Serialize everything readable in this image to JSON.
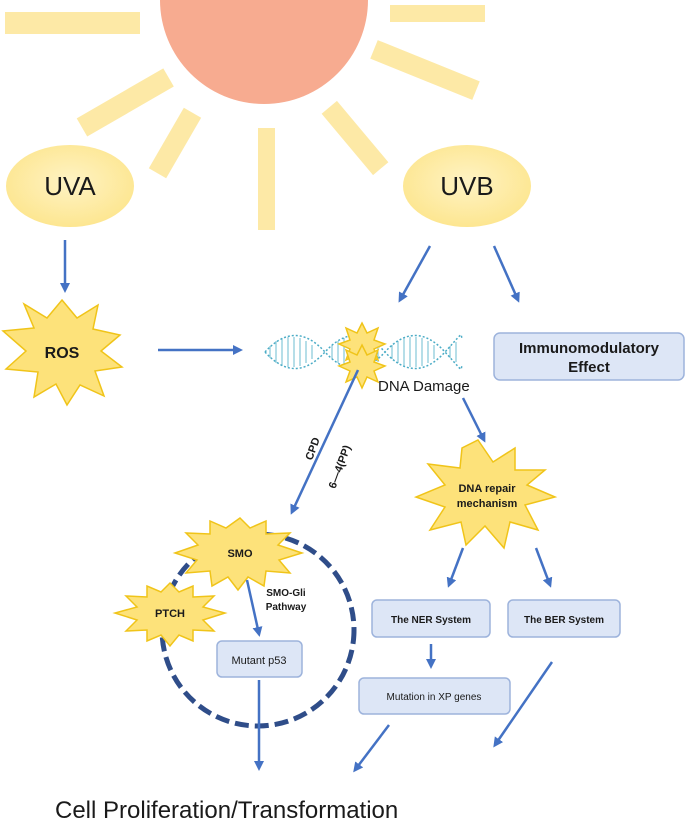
{
  "nodes": {
    "uva": "UVA",
    "uvb": "UVB",
    "ros": "ROS",
    "immuno_line1": "Immunomodulatory",
    "immuno_line2": "Effect",
    "dna_damage": "DNA Damage",
    "cpd": "CPD",
    "pp": "6—4(PP)",
    "dna_repair_line1": "DNA repair",
    "dna_repair_line2": "mechanism",
    "smo": "SMO",
    "ptch": "PTCH",
    "smo_gli_line1": "SMO-Gli",
    "smo_gli_line2": "Pathway",
    "mutant_p53": "Mutant p53",
    "ner": "The NER System",
    "ber": "The BER System",
    "xp": "Mutation in XP genes",
    "result": "Cell Proliferation/Transformation"
  },
  "colors": {
    "sun": "#f7ab90",
    "sun_rays": "#fde9a6",
    "ellipse": "#fde58c",
    "starburst": "#fde27a",
    "box_fill": "#dde6f6",
    "arrow": "#4472c4",
    "dna_helix": "#4bacc6",
    "cell_membrane": "#2f4d89"
  }
}
